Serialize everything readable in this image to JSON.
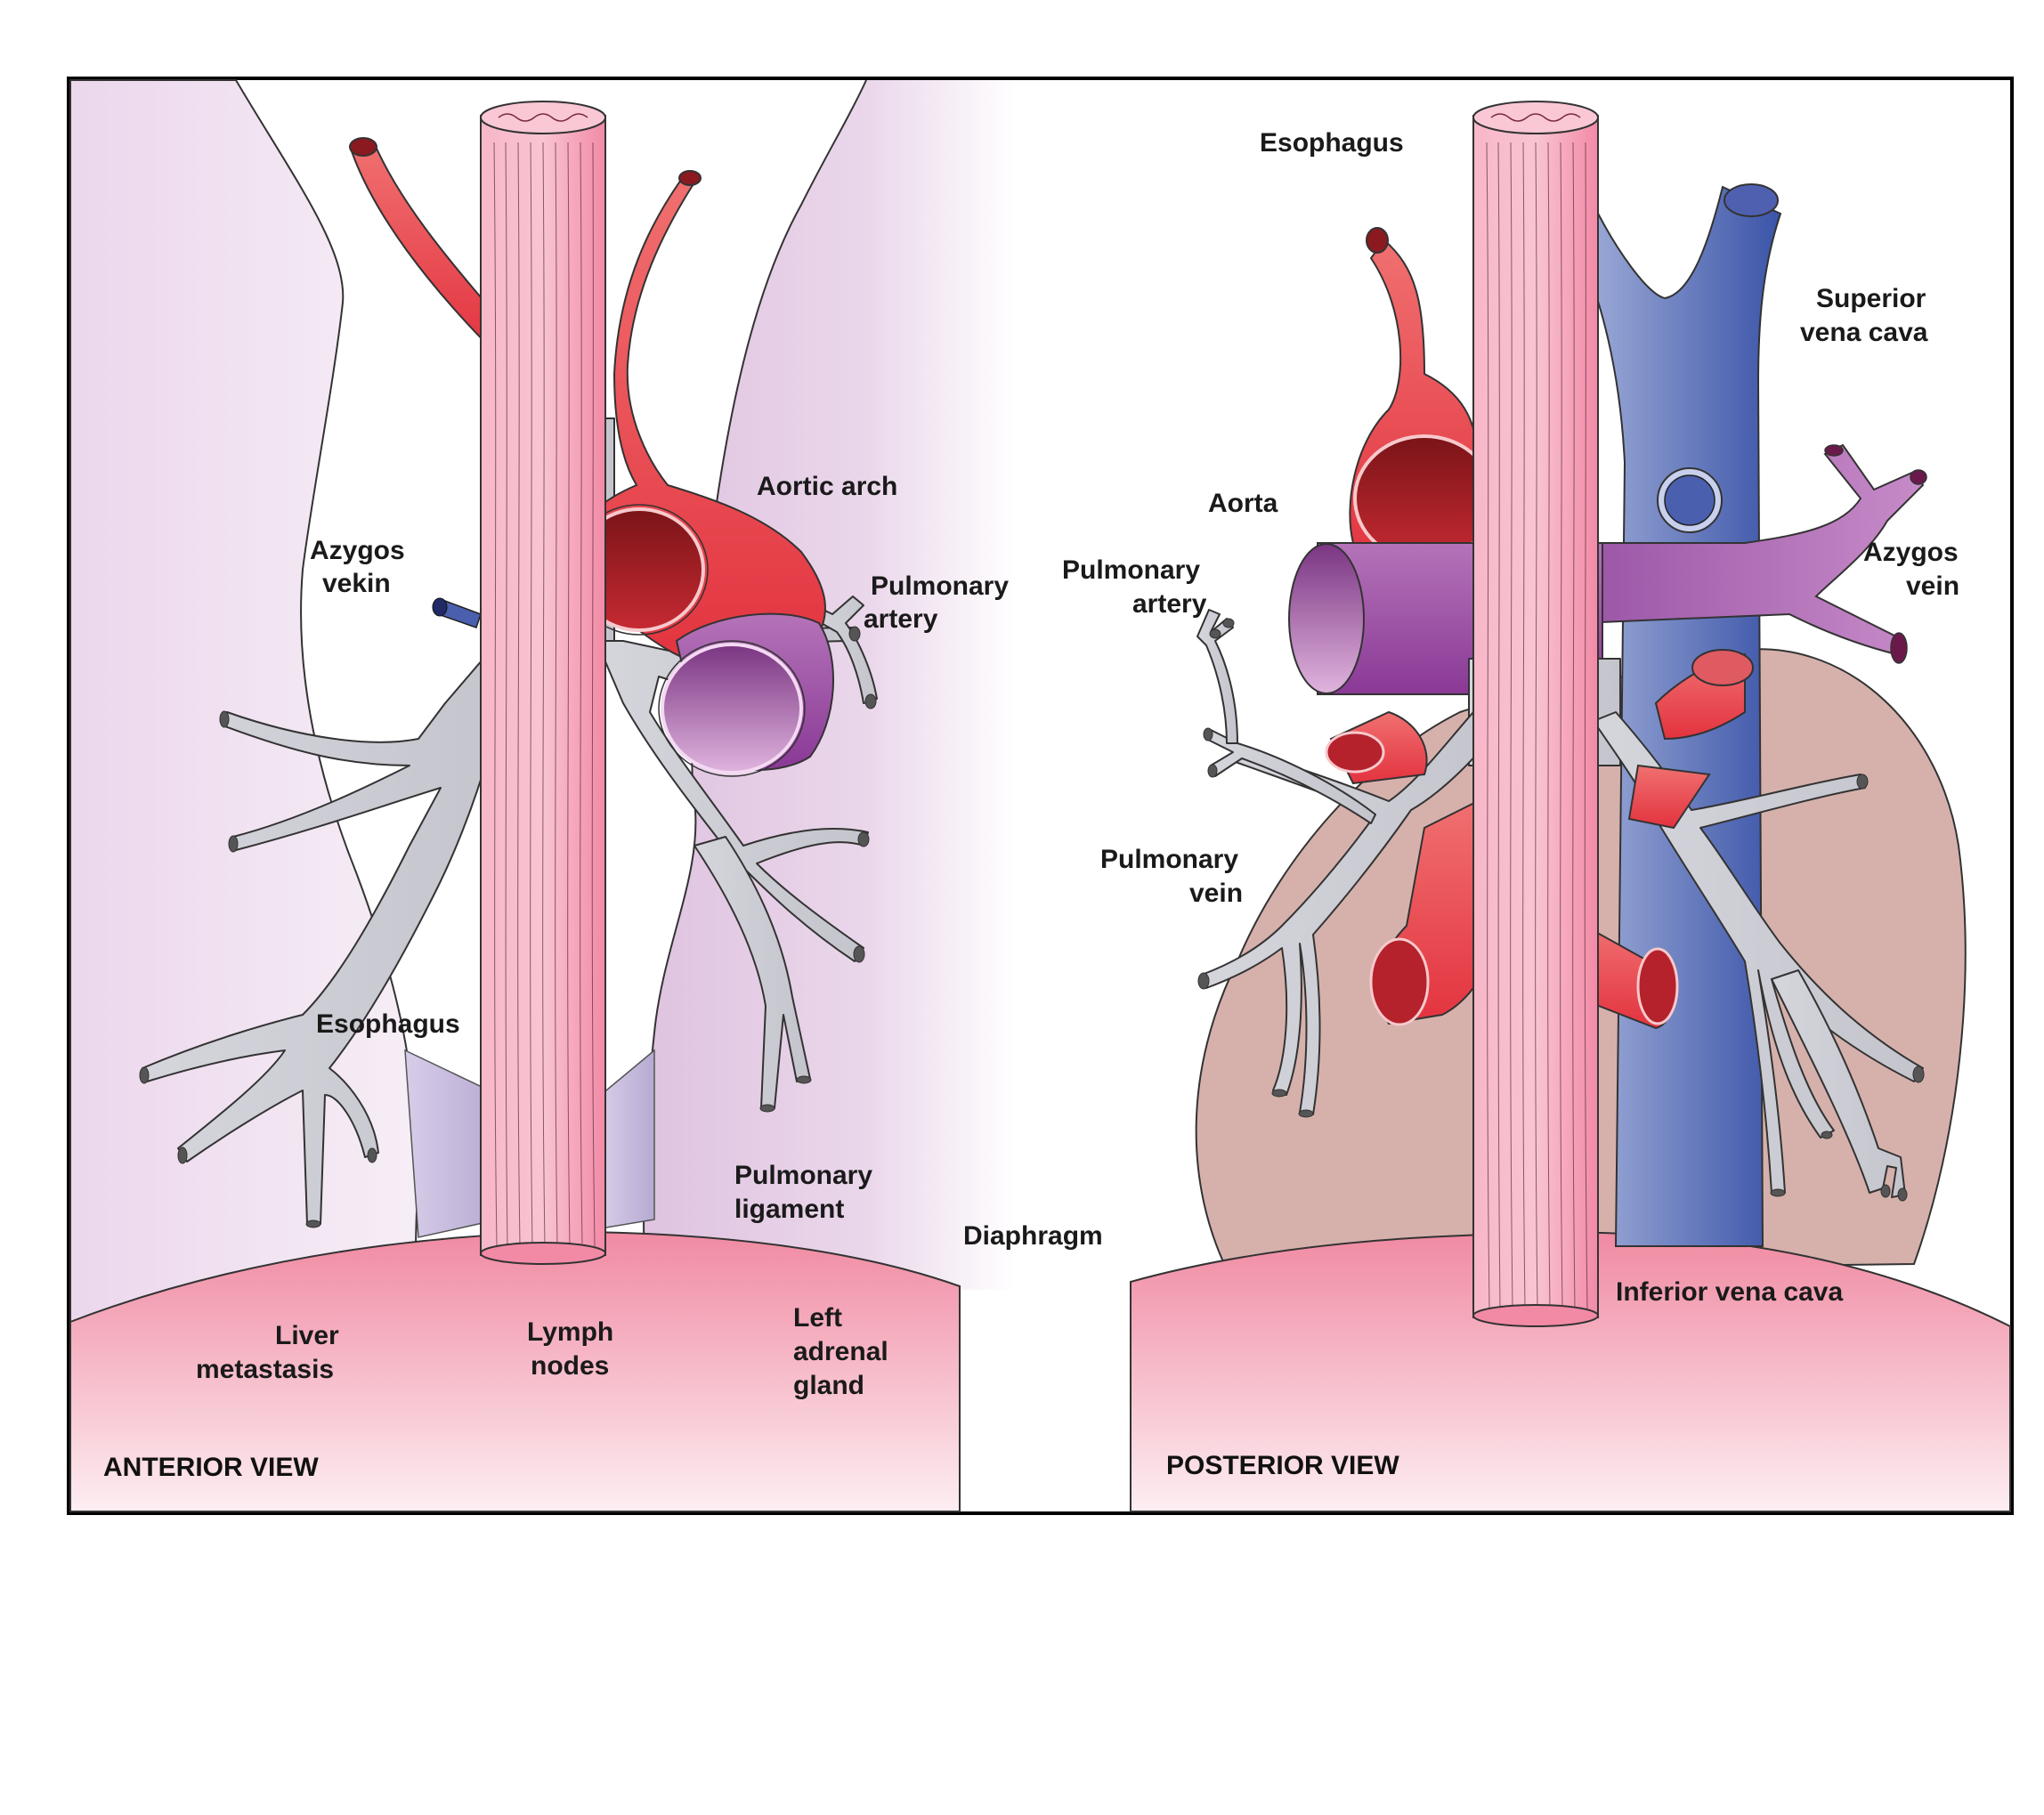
{
  "anterior": {
    "view_label": "ANTERIOR VIEW",
    "labels": {
      "aortic_arch": "Aortic arch",
      "azygos_l1": "Azygos",
      "azygos_l2": "vekin",
      "pulm_artery_l1": "Pulmonary",
      "pulm_artery_l2": "artery",
      "esophagus": "Esophagus",
      "pulm_lig_l1": "Pulmonary",
      "pulm_lig_l2": "ligament",
      "liver_l1": "Liver",
      "liver_l2": "metastasis",
      "lymph_l1": "Lymph",
      "lymph_l2": "nodes",
      "adrenal_l1": "Left",
      "adrenal_l2": "adrenal",
      "adrenal_l3": "gland"
    }
  },
  "center": {
    "diaphragm": "Diaphragm"
  },
  "posterior": {
    "view_label": "POSTERIOR VIEW",
    "labels": {
      "esophagus": "Esophagus",
      "svc_l1": "Superior",
      "svc_l2": "vena cava",
      "aorta": "Aorta",
      "pulm_artery_l1": "Pulmonary",
      "pulm_artery_l2": "artery",
      "azygos_l1": "Azygos",
      "azygos_l2": "vein",
      "pulm_vein_l1": "Pulmonary",
      "pulm_vein_l2": "vein",
      "ivc": "Inferior vena cava"
    }
  },
  "colors": {
    "esophagus": "#f4a6bb",
    "artery": "#e8404a",
    "vein": "#4a5fae",
    "pulmonary_artery": "#9b4aa8",
    "airway": "#cfcfd6",
    "lung": "#ead4e8",
    "diaphragm": "#f39aae",
    "heart": "#d6b0ab"
  }
}
